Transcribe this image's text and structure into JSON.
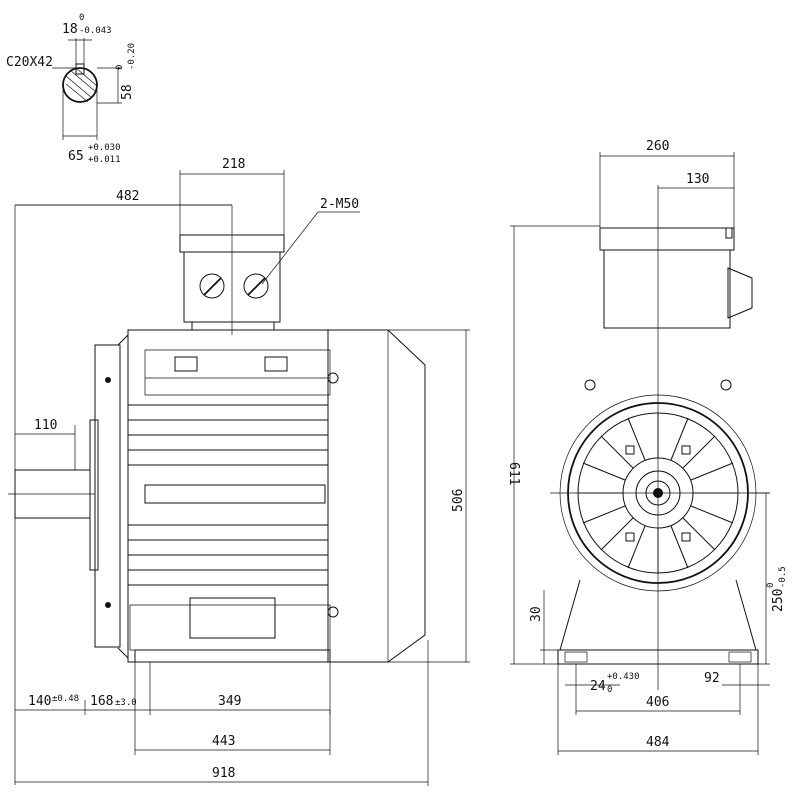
{
  "shaft_section": {
    "key_label": "C20X42",
    "key_width": "18",
    "key_width_tol_upper": "0",
    "key_width_tol_lower": "-0.043",
    "key_depth": "58",
    "key_depth_tol_upper": "0",
    "key_depth_tol_lower": "-0.20",
    "shaft_dia": "65",
    "shaft_dia_tol_upper": "+0.030",
    "shaft_dia_tol_lower": "+0.011"
  },
  "side_view": {
    "terminal_box_width": "218",
    "terminal_box_offset": "482",
    "cable_entry_label": "2-M50",
    "shaft_length": "110",
    "height": "506",
    "overall_length": "918",
    "foot_span": "443",
    "foot_holes_distance": "349",
    "shaft_shoulder_to_foot": "168",
    "shaft_shoulder_tol": "±3.0",
    "shaft_end_to_foot": "140",
    "shaft_end_tol": "±0.48"
  },
  "end_view": {
    "terminal_box_width": "260",
    "terminal_box_half": "130",
    "overall_height": "611",
    "foot_thickness": "30",
    "foot_hole": "24",
    "foot_hole_tol_upper": "+0.430",
    "foot_hole_tol_lower": "0",
    "shaft_height": "250",
    "shaft_height_tol_upper": "0",
    "shaft_height_tol_lower": "-0.5",
    "foot_width": "92",
    "hole_spacing": "406",
    "base_width": "484"
  }
}
